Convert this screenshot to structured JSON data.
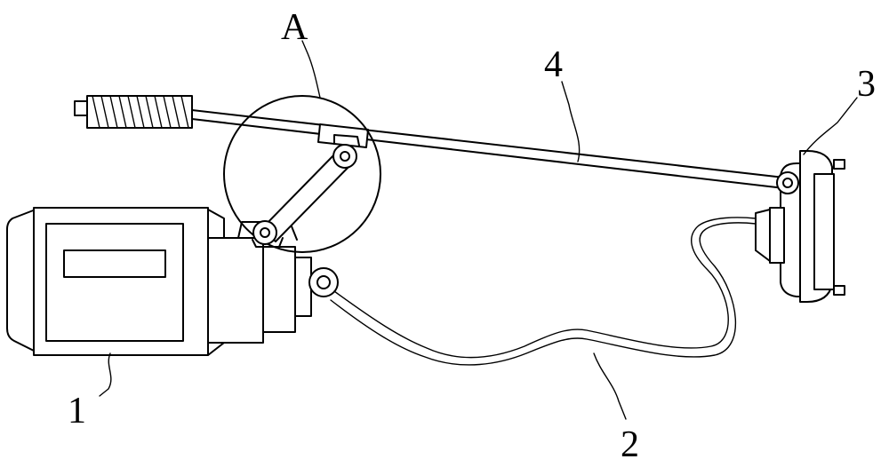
{
  "labels": {
    "part_1": "1",
    "part_2": "2",
    "part_3": "3",
    "part_4": "4",
    "detail_a": "A"
  }
}
